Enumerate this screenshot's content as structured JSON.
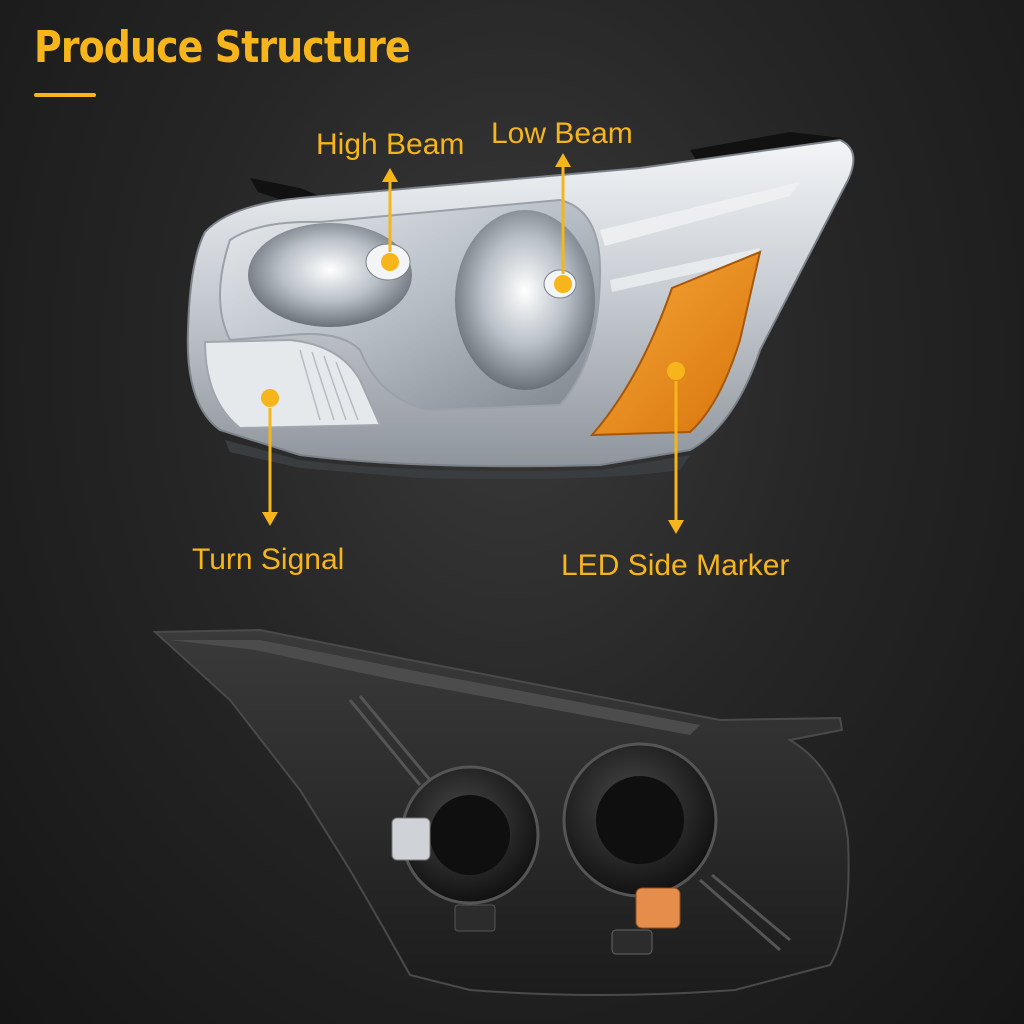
{
  "header": {
    "title": "Produce Structure"
  },
  "callouts": {
    "high_beam": "High Beam",
    "low_beam": "Low Beam",
    "turn_signal": "Turn Signal",
    "led_side_marker": "LED Side Marker"
  },
  "colors": {
    "accent": "#f6b51a",
    "amber_lens": "#e88a0c",
    "chrome": "#d9dde2",
    "housing": "#2a2a2a"
  }
}
